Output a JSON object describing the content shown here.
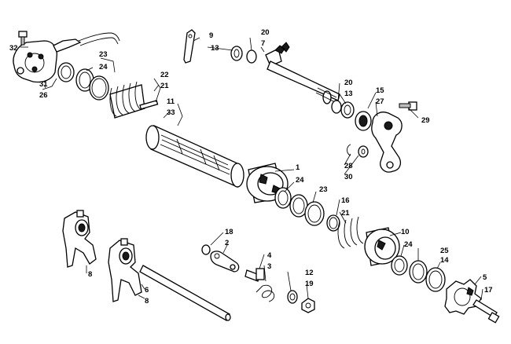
{
  "callouts": {
    "c1": "1",
    "c2": "2",
    "c3": "3",
    "c4": "4",
    "c5": "5",
    "c6": "6",
    "c7": "7",
    "c8a": "8",
    "c8b": "8",
    "c9": "9",
    "c10": "10",
    "c11": "11",
    "c12": "12",
    "c13a": "13",
    "c13b": "13",
    "c14": "14",
    "c15": "15",
    "c16": "16",
    "c17": "17",
    "c18": "18",
    "c19": "19",
    "c20a": "20",
    "c20b": "20",
    "c21a": "21",
    "c21b": "21",
    "c22": "22",
    "c23a": "23",
    "c23b": "23",
    "c24a": "24",
    "c24b": "24",
    "c24c": "24",
    "c25": "25",
    "c26": "26",
    "c27": "27",
    "c28": "28",
    "c29": "29",
    "c30": "30",
    "c31": "31",
    "c32": "32",
    "c33": "33"
  }
}
